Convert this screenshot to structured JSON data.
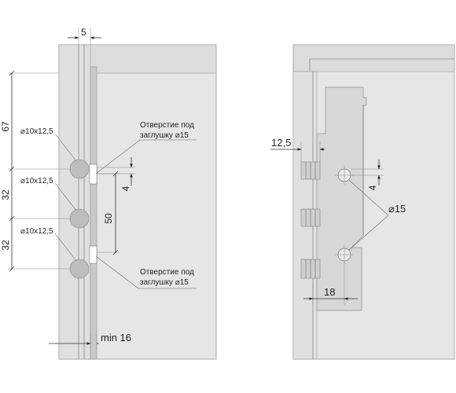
{
  "left_view": {
    "dim_top": "5",
    "dim_67": "67",
    "dim_32_a": "32",
    "dim_32_b": "32",
    "dim_50": "50",
    "dim_4": "4",
    "dim_min16": "min 16",
    "hole_label_1": "⌀10x12,5",
    "hole_label_2": "⌀10x12,5",
    "hole_label_3": "⌀10x12,5",
    "note_top_line1": "Отверстие под",
    "note_top_line2": "заглушку  ⌀15",
    "note_bottom_line1": "Отверстие под",
    "note_bottom_line2": "заглушку  ⌀15"
  },
  "right_view": {
    "dim_12_5": "12,5",
    "dim_4": "4",
    "dim_d15": "⌀15",
    "dim_18": "18"
  },
  "colors": {
    "panel_fill": "#e6e6e6",
    "panel_edge": "#9a9a9a",
    "top_strip": "#dcdcdc",
    "strip": "#c9c9c9",
    "hole_fill": "#bdbdbd"
  }
}
